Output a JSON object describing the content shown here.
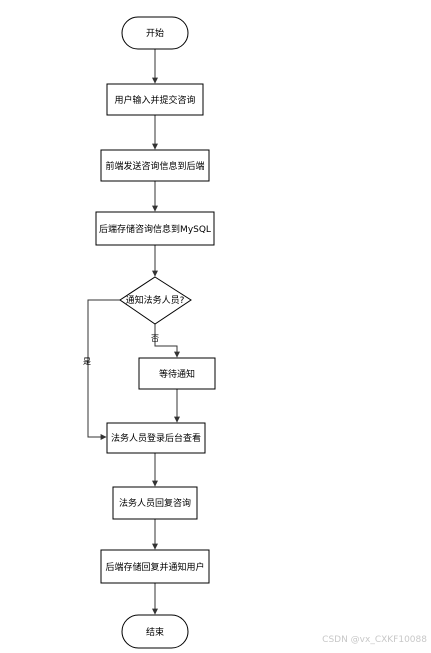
{
  "nodes": {
    "start": "开始",
    "user_submit": "用户输入并提交咨询",
    "frontend_send": "前端发送咨询信息到后端",
    "backend_store": "后端存储咨询信息到MySQL",
    "decision": "通知法务人员?",
    "wait": "等待通知",
    "legal_login": "法务人员登录后台查看",
    "legal_reply": "法务人员回复咨询",
    "backend_notify": "后端存储回复并通知用户",
    "end": "结束"
  },
  "edges": {
    "no_label": "否",
    "yes_label": "是"
  },
  "watermark": "CSDN @vx_CXKF10088"
}
